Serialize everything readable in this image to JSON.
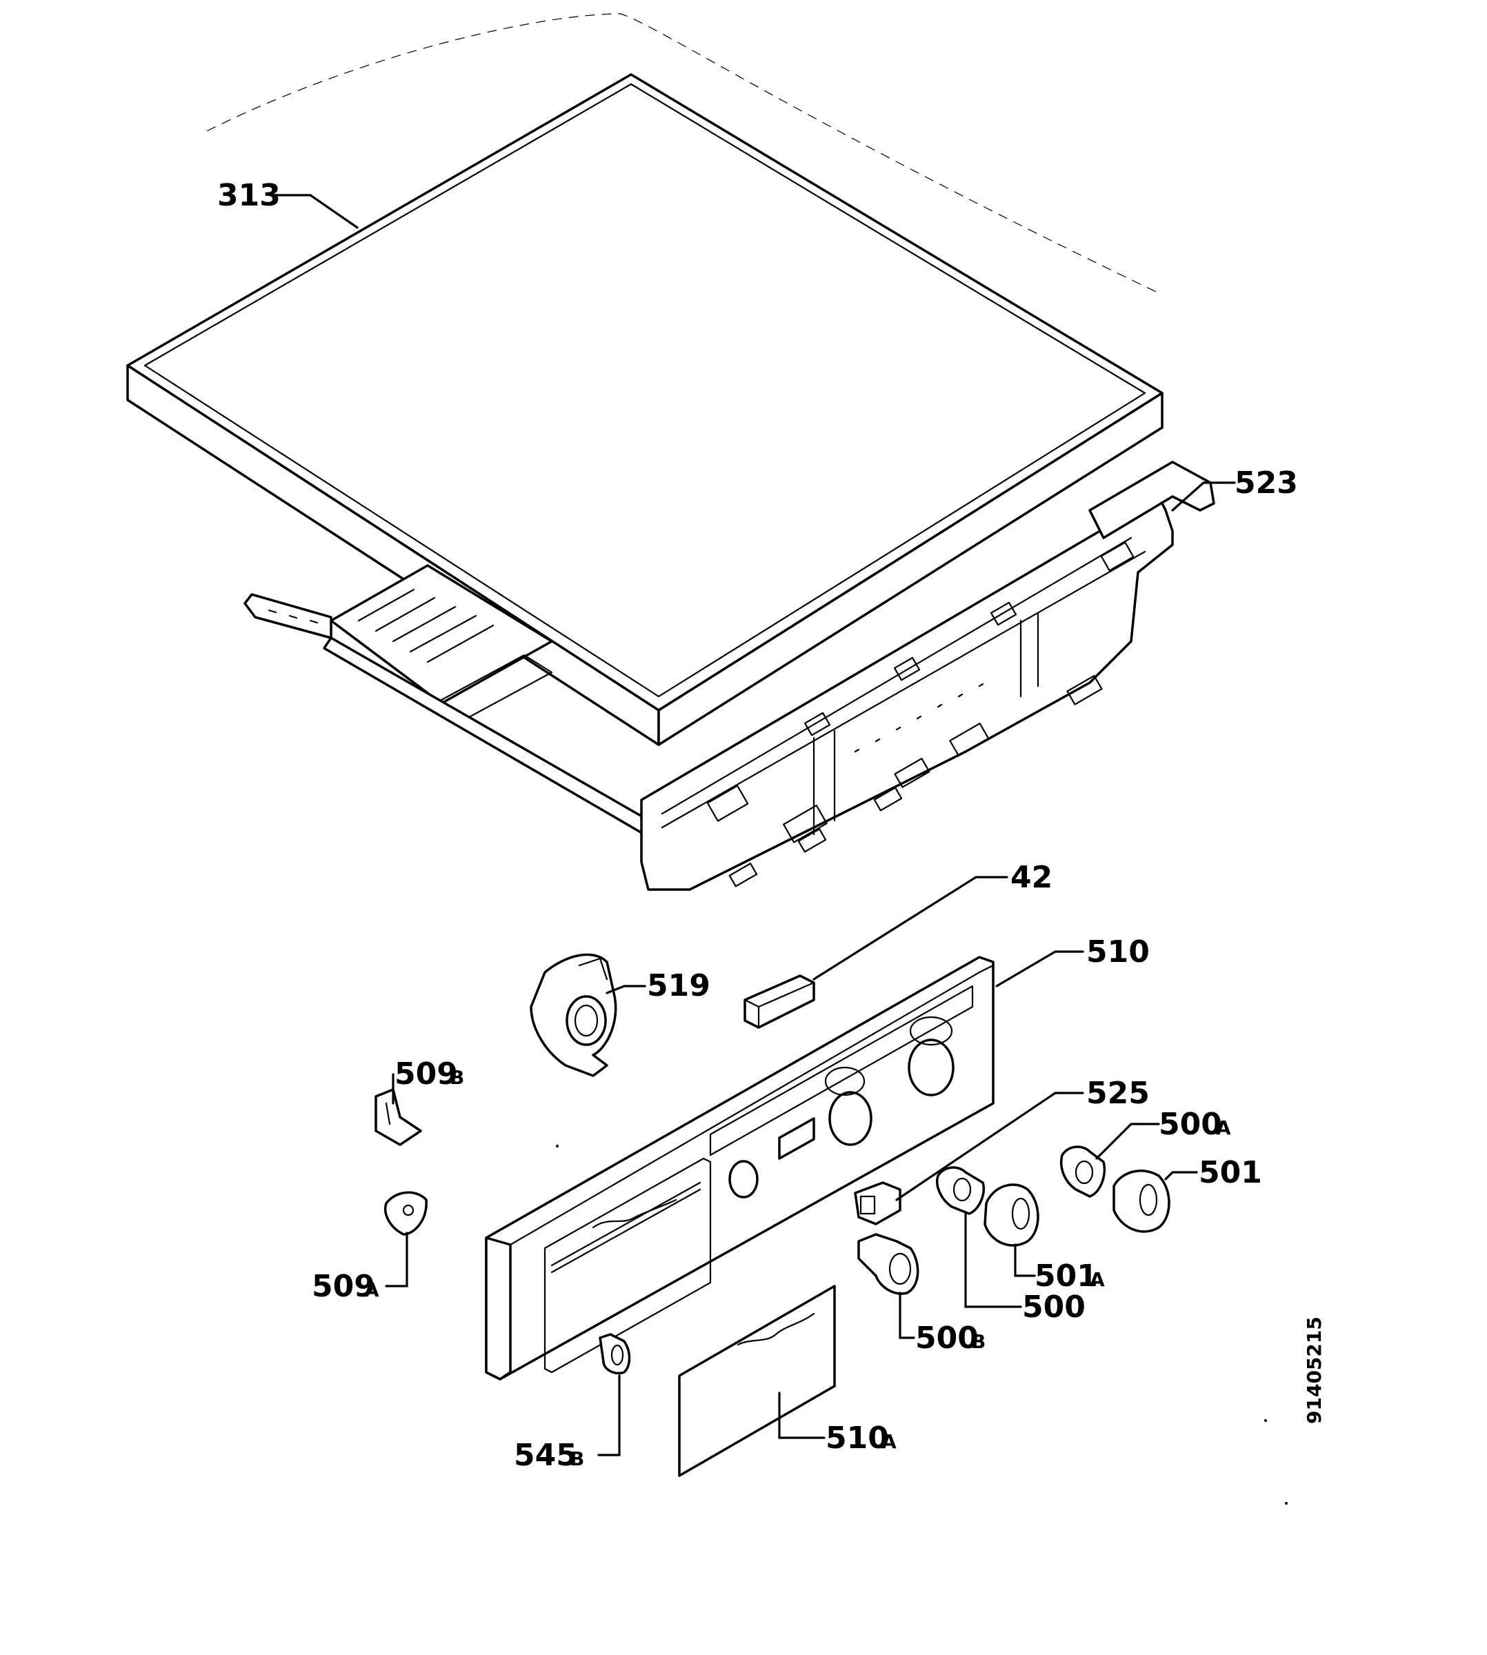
{
  "labels": {
    "l313": "313",
    "l523": "523",
    "l42": "42",
    "l510": "510",
    "l519": "519",
    "l509b_main": "509",
    "l509b_suffix": "B",
    "l525": "525",
    "l500a_main": "500",
    "l500a_suffix": "A",
    "l501": "501",
    "l509a_main": "509",
    "l509a_suffix": "A",
    "l501a_main": "501",
    "l501a_suffix": "A",
    "l500": "500",
    "l500b_main": "500",
    "l500b_suffix": "B",
    "l510a_main": "510",
    "l510a_suffix": "A",
    "l545b_main": "545",
    "l545b_suffix": "B"
  },
  "drawing_number": "91405215"
}
